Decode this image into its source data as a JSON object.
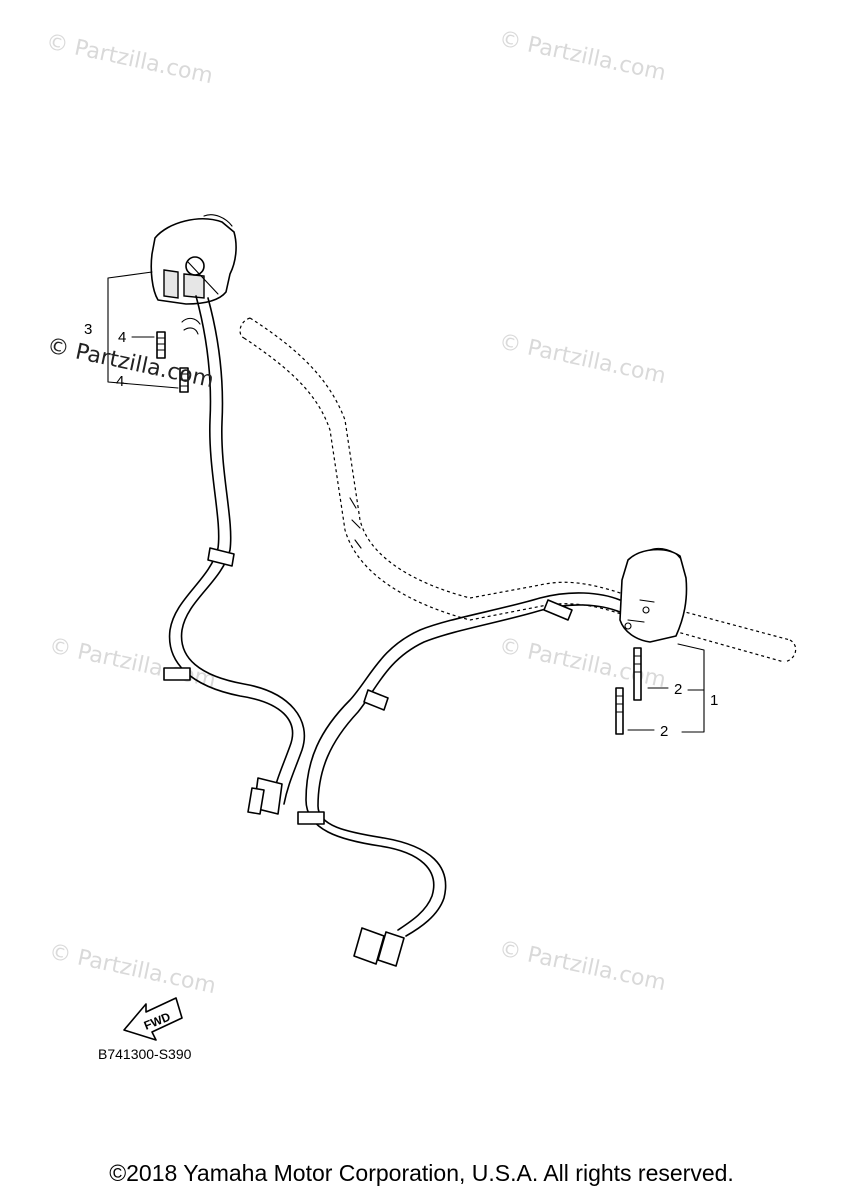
{
  "watermark": "© Partzilla.com",
  "callouts": [
    "1",
    "2",
    "2",
    "3",
    "4",
    "4"
  ],
  "fwd_label": "FWD",
  "diagram_code": "B741300-S390",
  "copyright": "©2018 Yamaha Motor Corporation, U.S.A. All rights reserved."
}
